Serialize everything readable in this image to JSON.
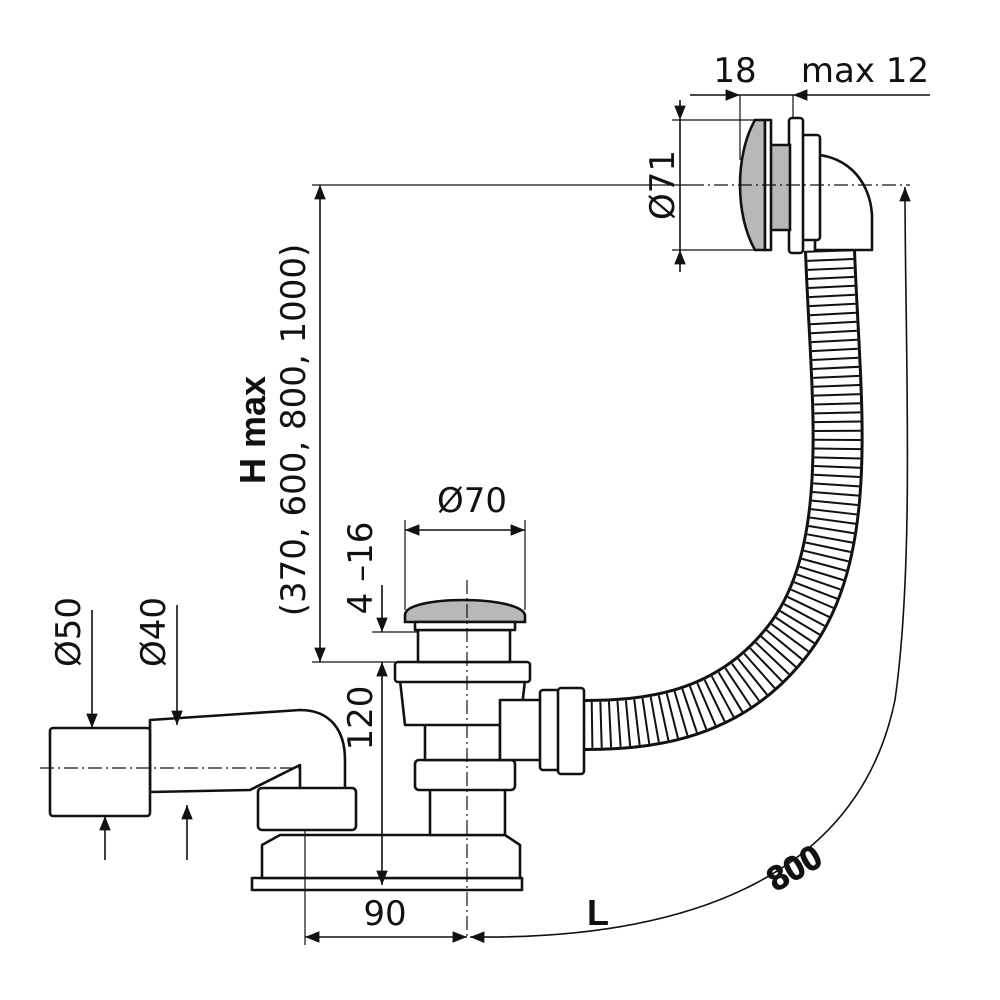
{
  "title": "Bath waste and overflow drain assembly - dimensional drawing",
  "dimensions": {
    "overflow_depth": "18",
    "wall_max": "max 12",
    "overflow_diameter": "Ø71",
    "height_label": "H max",
    "height_options": "(370, 600, 800, 1000)",
    "plug_gap": "4 –16",
    "plug_diameter": "Ø70",
    "trap_height": "120",
    "outlet_outer_diameter": "Ø50",
    "outlet_inner_diameter": "Ø40",
    "trap_offset": "90",
    "length_label": "L",
    "hose_length": "800"
  },
  "colors": {
    "line": "#111111",
    "chrome": "#b8b8b8",
    "background": "#ffffff"
  }
}
